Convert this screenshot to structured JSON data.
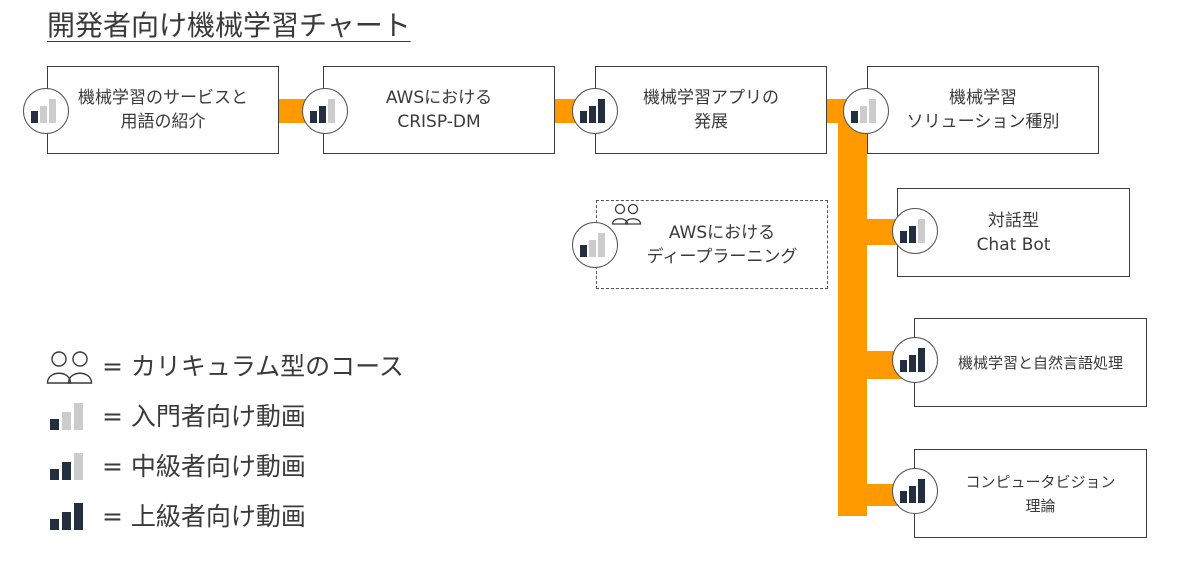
{
  "title": "開発者向け機械学習チャート",
  "colors": {
    "connector": "#ff9900",
    "bar_dark": "#232f3e",
    "bar_light": "#cccccc"
  },
  "nodes": [
    {
      "id": "ml-services-terms",
      "line1": "機械学習のサービスと",
      "line2": "用語の紹介",
      "level": "beginner",
      "style": "solid"
    },
    {
      "id": "crisp-dm",
      "line1": "AWSにおける",
      "line2": "CRISP-DM",
      "level": "intermediate",
      "style": "solid"
    },
    {
      "id": "ml-app-dev",
      "line1": "機械学習アプリの",
      "line2": "発展",
      "level": "advanced",
      "style": "solid"
    },
    {
      "id": "ml-solution-types",
      "line1": "機械学習",
      "line2": "ソリューション種別",
      "level": "beginner",
      "style": "solid"
    },
    {
      "id": "deep-learning",
      "line1": "AWSにおける",
      "line2": "ディープラーニング",
      "level": "beginner",
      "style": "dashed",
      "curriculum": true
    },
    {
      "id": "chatbot",
      "line1": "対話型",
      "line2": "Chat Bot",
      "level": "intermediate",
      "style": "solid"
    },
    {
      "id": "nlp",
      "line1": "機械学習と自然言語処理",
      "line2": "",
      "level": "advanced",
      "style": "solid"
    },
    {
      "id": "computer-vision",
      "line1": "コンピュータビジョン",
      "line2": "理論",
      "level": "advanced",
      "style": "solid"
    }
  ],
  "legend": [
    {
      "icon": "people-icon",
      "text": "= カリキュラム型のコース"
    },
    {
      "icon": "beginner-level-icon",
      "text": "= 入門者向け動画"
    },
    {
      "icon": "intermediate-level-icon",
      "text": "= 中級者向け動画"
    },
    {
      "icon": "advanced-level-icon",
      "text": "= 上級者向け動画"
    }
  ]
}
